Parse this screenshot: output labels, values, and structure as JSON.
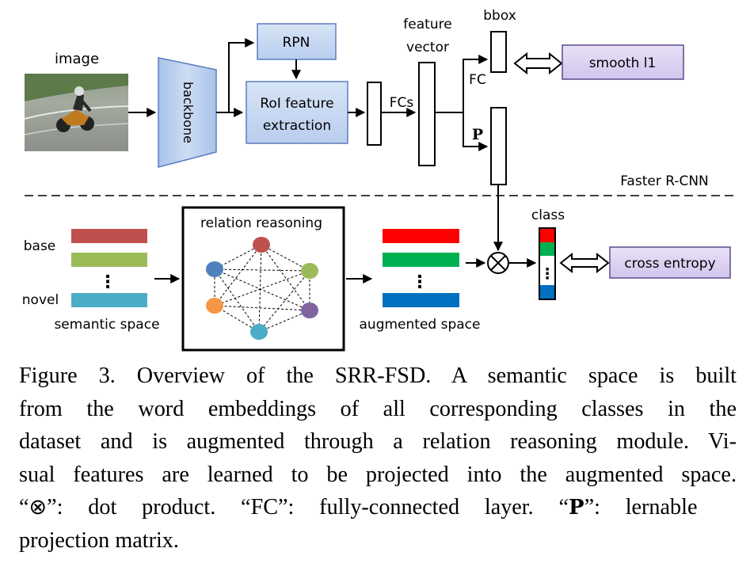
{
  "labels": {
    "image": "image",
    "backbone": "backbone",
    "rpn": "RPN",
    "roi_line1": "RoI feature",
    "roi_line2": "extraction",
    "fcs": "FCs",
    "feature_vector_line1": "feature",
    "feature_vector_line2": "vector",
    "bbox": "bbox",
    "fc": "FC",
    "p": "P",
    "smooth_l1": "smooth l1",
    "faster_rcnn": "Faster R-CNN",
    "base": "base",
    "novel": "novel",
    "dots": "⋮",
    "semantic_space": "semantic space",
    "relation_reasoning": "relation reasoning",
    "augmented_space": "augmented space",
    "class": "class",
    "otimes": "⊗",
    "cross_entropy": "cross entropy"
  },
  "colors": {
    "blue_box_fill": "#c6d9f1",
    "blue_box_stroke": "#5b7fbf",
    "purple_box_fill": "#ddd2f0",
    "purple_box_stroke": "#5a4a8a",
    "semantic_bars": [
      "#c0504d",
      "#9bbb59",
      "#4bacc6"
    ],
    "augmented_bars": [
      "#ff0000",
      "#00b050",
      "#0070c0"
    ],
    "nodes": [
      "#c0504d",
      "#9bbb59",
      "#8064a2",
      "#4bacc6",
      "#f79646",
      "#4f81bd"
    ],
    "class_vector": [
      "#ff0000",
      "#00b050",
      "#ffffff",
      "#0070c0"
    ]
  },
  "caption": {
    "line1": "Figure 3. Overview of the SRR-FSD. A semantic space is built",
    "line2": "from the word embeddings of all corresponding classes in the",
    "line3": "dataset and is augmented through a relation reasoning module. Vi-",
    "line4": "sual features are learned to be projected into the augmented space.",
    "line5_q1_open": "“",
    "line5_otimes": "⊗",
    "line5_q1_close": "”: dot product.  “FC”: fully-connected layer.  “",
    "line5_p": "P",
    "line5_end": "”: lernable",
    "line6": "projection matrix."
  }
}
